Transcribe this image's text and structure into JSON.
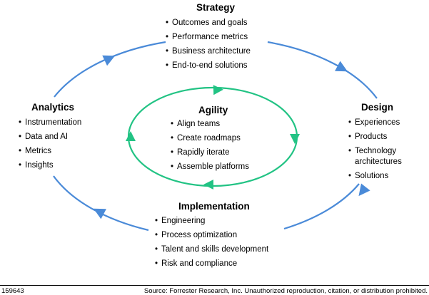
{
  "colors": {
    "outer_cycle": "#4a8ad8",
    "inner_cycle": "#22c384",
    "text": "#000000"
  },
  "strategy": {
    "title": "Strategy",
    "items": [
      "Outcomes and goals",
      "Performance metrics",
      "Business architecture",
      "End-to-end solutions"
    ]
  },
  "design": {
    "title": "Design",
    "items": [
      "Experiences",
      "Products",
      "Technology architectures",
      "Solutions"
    ]
  },
  "implementation": {
    "title": "Implementation",
    "items": [
      "Engineering",
      "Process optimization",
      "Talent and skills development",
      "Risk and compliance"
    ]
  },
  "analytics": {
    "title": "Analytics",
    "items": [
      "Instrumentation",
      "Data and AI",
      "Metrics",
      "Insights"
    ]
  },
  "agility": {
    "title": "Agility",
    "items": [
      "Align teams",
      "Create roadmaps",
      "Rapidly iterate",
      "Assemble platforms"
    ]
  },
  "footer": {
    "id": "159643",
    "source": "Source: Forrester Research, Inc. Unauthorized reproduction, citation, or distribution prohibited."
  }
}
